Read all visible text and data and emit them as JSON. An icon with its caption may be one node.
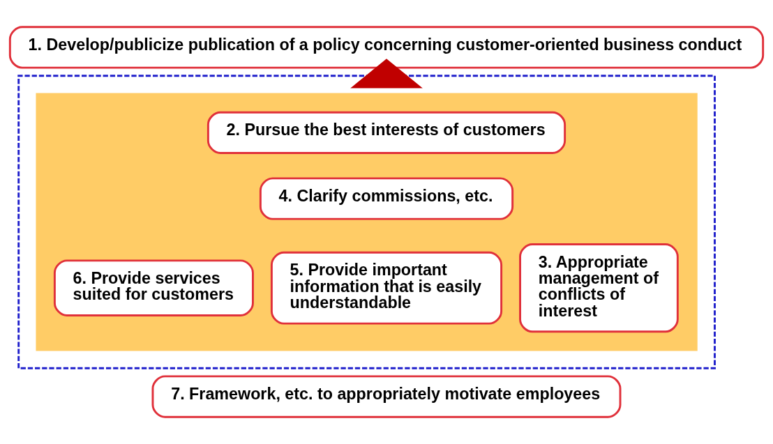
{
  "diagram": {
    "nodes": [
      {
        "text": [
          "1. Develop/publicize publication of a policy concerning customer-oriented business conduct"
        ]
      },
      {
        "text": [],
        "shape": "box"
      },
      {
        "text": [],
        "shape": "box",
        "in": 1
      },
      {
        "text": [
          "2. Pursue the best interests of customers"
        ],
        "in": 2
      },
      {
        "text": [
          "3. Appropriate management of conflicts of interest"
        ],
        "in": 2
      },
      {
        "text": [
          "4. Clarify commissions, etc."
        ],
        "in": 2
      },
      {
        "text": [
          "5. Provide important information that is easily understandable"
        ],
        "in": 2
      },
      {
        "text": [
          "6. Provide services suited for customers"
        ],
        "in": 2
      },
      {
        "text": [
          "7. Framework, etc. to appropriately motivate employees"
        ]
      }
    ],
    "edges": [
      {
        "from": 1,
        "to": 0,
        "arrow": "to",
        "style": "thick",
        "color": "#c00000"
      }
    ]
  }
}
